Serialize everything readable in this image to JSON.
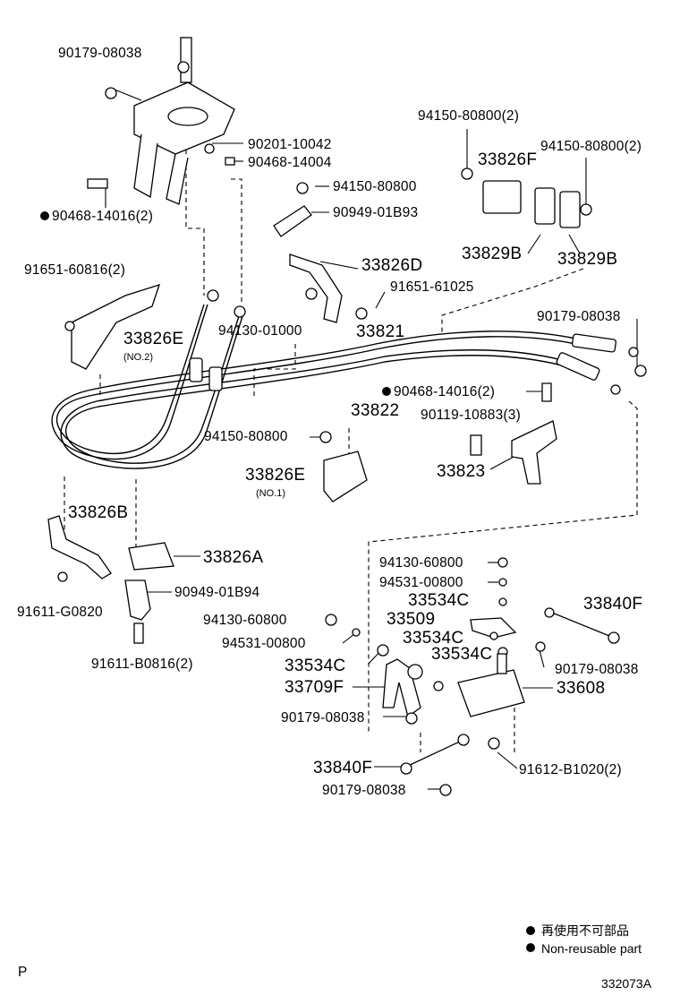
{
  "parts": {
    "p01": "90179-08038",
    "p02": "90201-10042",
    "p03": "90468-14004",
    "p04": "90468-14016(2)",
    "p05": "91651-60816(2)",
    "p06": "33826E",
    "p07": "(NO.2)",
    "p08": "94150-80800",
    "p09": "90949-01B93",
    "p10": "33826D",
    "p11": "91651-61025",
    "p12": "94130-01000",
    "p13": "33821",
    "p14": "94150-80800(2)",
    "p15": "33826F",
    "p16": "94150-80800(2)",
    "p17": "33829B",
    "p18": "33829B",
    "p19": "90179-08038",
    "p20": "90468-14016(2)",
    "p21": "33822",
    "p22": "90119-10883(3)",
    "p23": "94150-80800",
    "p24": "33826E",
    "p25": "(NO.1)",
    "p26": "33823",
    "p27": "33826B",
    "p28": "33826A",
    "p29": "90949-01B94",
    "p30": "91611-G0820",
    "p31": "91611-B0816(2)",
    "p32": "94130-60800",
    "p33": "94531-00800",
    "p34": "33534C",
    "p35": "33509",
    "p36": "33534C",
    "p37": "33534C",
    "p38": "33840F",
    "p39": "94130-60800",
    "p40": "94531-00800",
    "p41": "33534C",
    "p42": "33709F",
    "p43": "90179-08038",
    "p44": "33608",
    "p45": "90179-08038",
    "p46": "33840F",
    "p47": "91612-B1020(2)",
    "p48": "90179-08038"
  },
  "legend": {
    "japanese": "再使用不可部品",
    "english": "Non-reusable part"
  },
  "footer": {
    "left_mark": "P",
    "drawing_number": "332073A"
  }
}
